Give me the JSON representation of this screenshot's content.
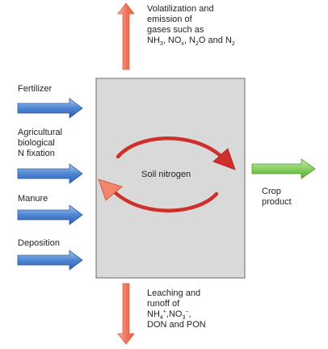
{
  "top_label_lines": [
    "Volatilization and",
    "emission of",
    "gases such as"
  ],
  "top_gases": {
    "nh": "NH",
    "nh_sub": "3",
    "sep1": ", ",
    "no": "NO",
    "no_sub": "x",
    "sep2": ", ",
    "n2o_a": "N",
    "n2o_sub": "2",
    "n2o_b": "O and ",
    "n2": "N",
    "n2_sub": "2"
  },
  "inputs": {
    "fertilizer": "Fertilizer",
    "agricultural_lines": [
      "Agricultural",
      "biological",
      "N fixation"
    ],
    "manure": "Manure",
    "deposition": "Deposition"
  },
  "center_label": "Soil nitrogen",
  "output_lines": [
    "Crop",
    "product"
  ],
  "bottom_label_lines": [
    "Leaching and",
    "runoff of"
  ],
  "bottom_ions": {
    "nh": "NH",
    "nh_sub": "4",
    "nh_sup": "+",
    "sep": ",",
    "no": "NO",
    "no_sub": "3",
    "no_sup": "−",
    "comma": ",",
    "last": "DON and PON"
  },
  "colors": {
    "input_arrow": "#5b8fd6",
    "output_arrow": "#8fd16b",
    "loss_arrow": "#f5846d",
    "box": "#d9d9da",
    "cycle_arrow": "#d0312d"
  }
}
